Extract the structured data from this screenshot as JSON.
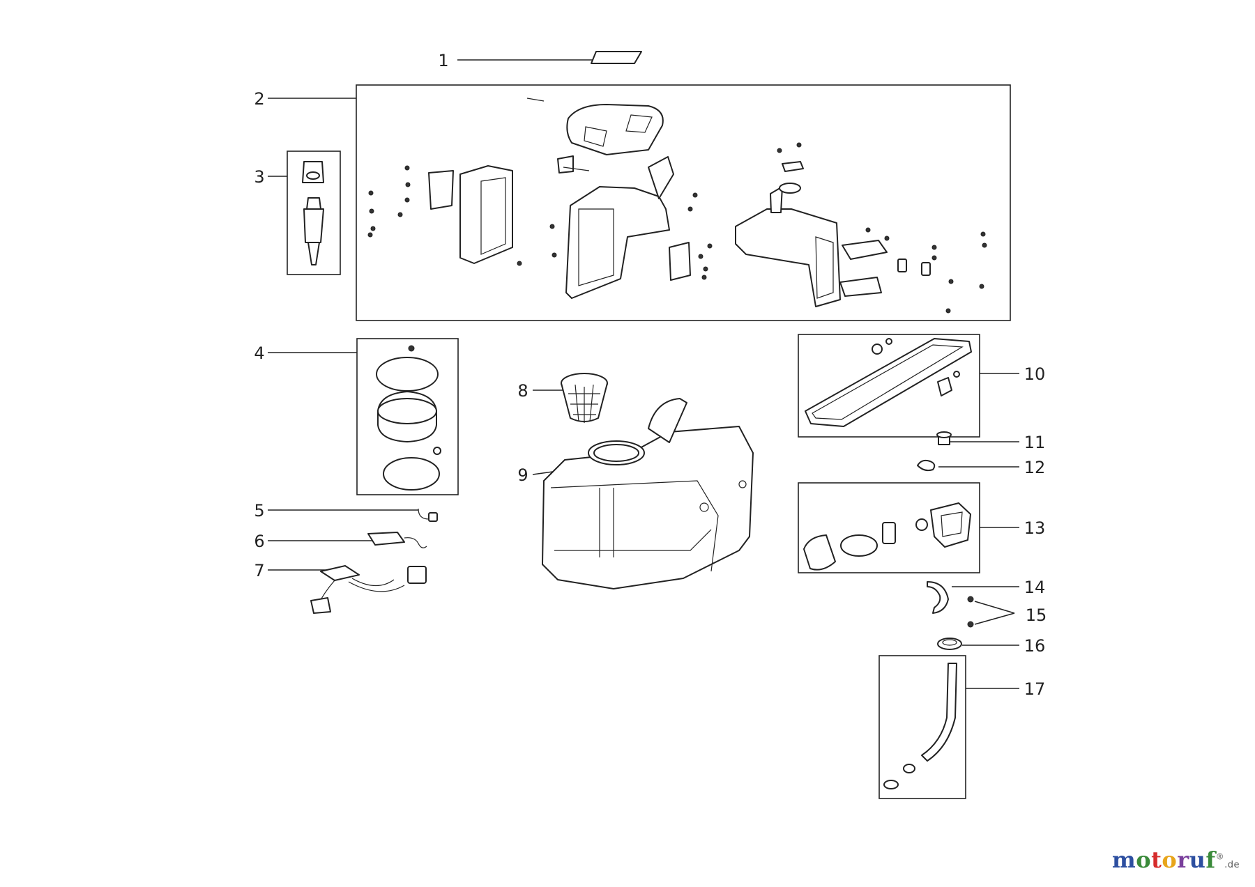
{
  "callouts": [
    "1",
    "2",
    "3",
    "4",
    "5",
    "6",
    "7",
    "8",
    "9",
    "10",
    "11",
    "12",
    "13",
    "14",
    "15",
    "16",
    "17"
  ],
  "watermark": {
    "letters": [
      "m",
      "o",
      "t",
      "o",
      "r",
      "u",
      "f"
    ],
    "letter_colors": [
      "#2d4fa0",
      "#3a8a3a",
      "#d62c2c",
      "#e8a51b",
      "#7a3f9c",
      "#2d4fa0",
      "#3a8a3a"
    ],
    "tld": ".de"
  }
}
